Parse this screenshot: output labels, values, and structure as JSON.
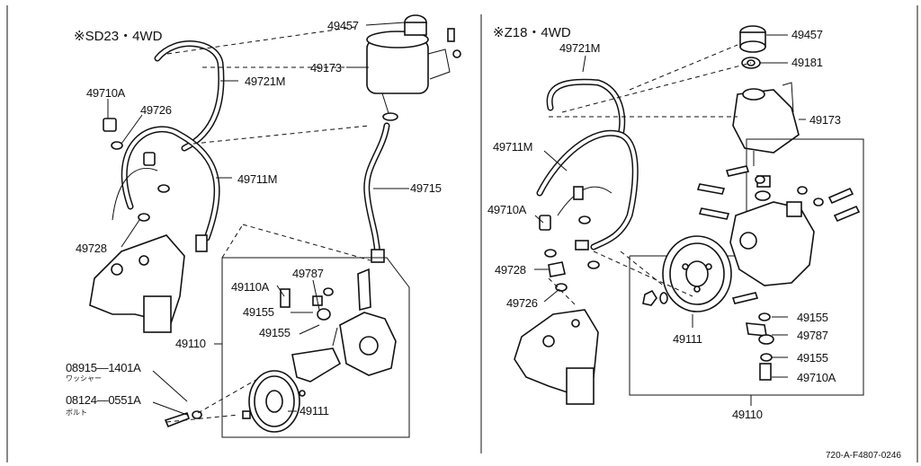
{
  "sections": {
    "left_header": "※SD23・4WD",
    "right_header": "※Z18・4WD"
  },
  "left_labels": {
    "p49457": "49457",
    "p49173": "49173",
    "p49721M": "49721M",
    "p49710A": "49710A",
    "p49726": "49726",
    "p49711M": "49711M",
    "p49715": "49715",
    "p49728": "49728",
    "p49110A": "49110A",
    "p49787": "49787",
    "p49155a": "49155",
    "p49155b": "49155",
    "p49110": "49110",
    "p08915": "08915—1401A",
    "p08915_sub": "ワッシャー",
    "p08124": "08124—0551A",
    "p08124_sub": "ボルト",
    "p49111": "49111"
  },
  "right_labels": {
    "p49721M": "49721M",
    "p49457": "49457",
    "p49181": "49181",
    "p49173": "49173",
    "p49711M": "49711M",
    "p49710A": "49710A",
    "p49728": "49728",
    "p49726": "49726",
    "p49155a": "49155",
    "p49111": "49111",
    "p49787": "49787",
    "p49155b": "49155",
    "p49710A2": "49710A",
    "p49110": "49110"
  },
  "footer": {
    "ref": "720-A-F4807-0246"
  }
}
